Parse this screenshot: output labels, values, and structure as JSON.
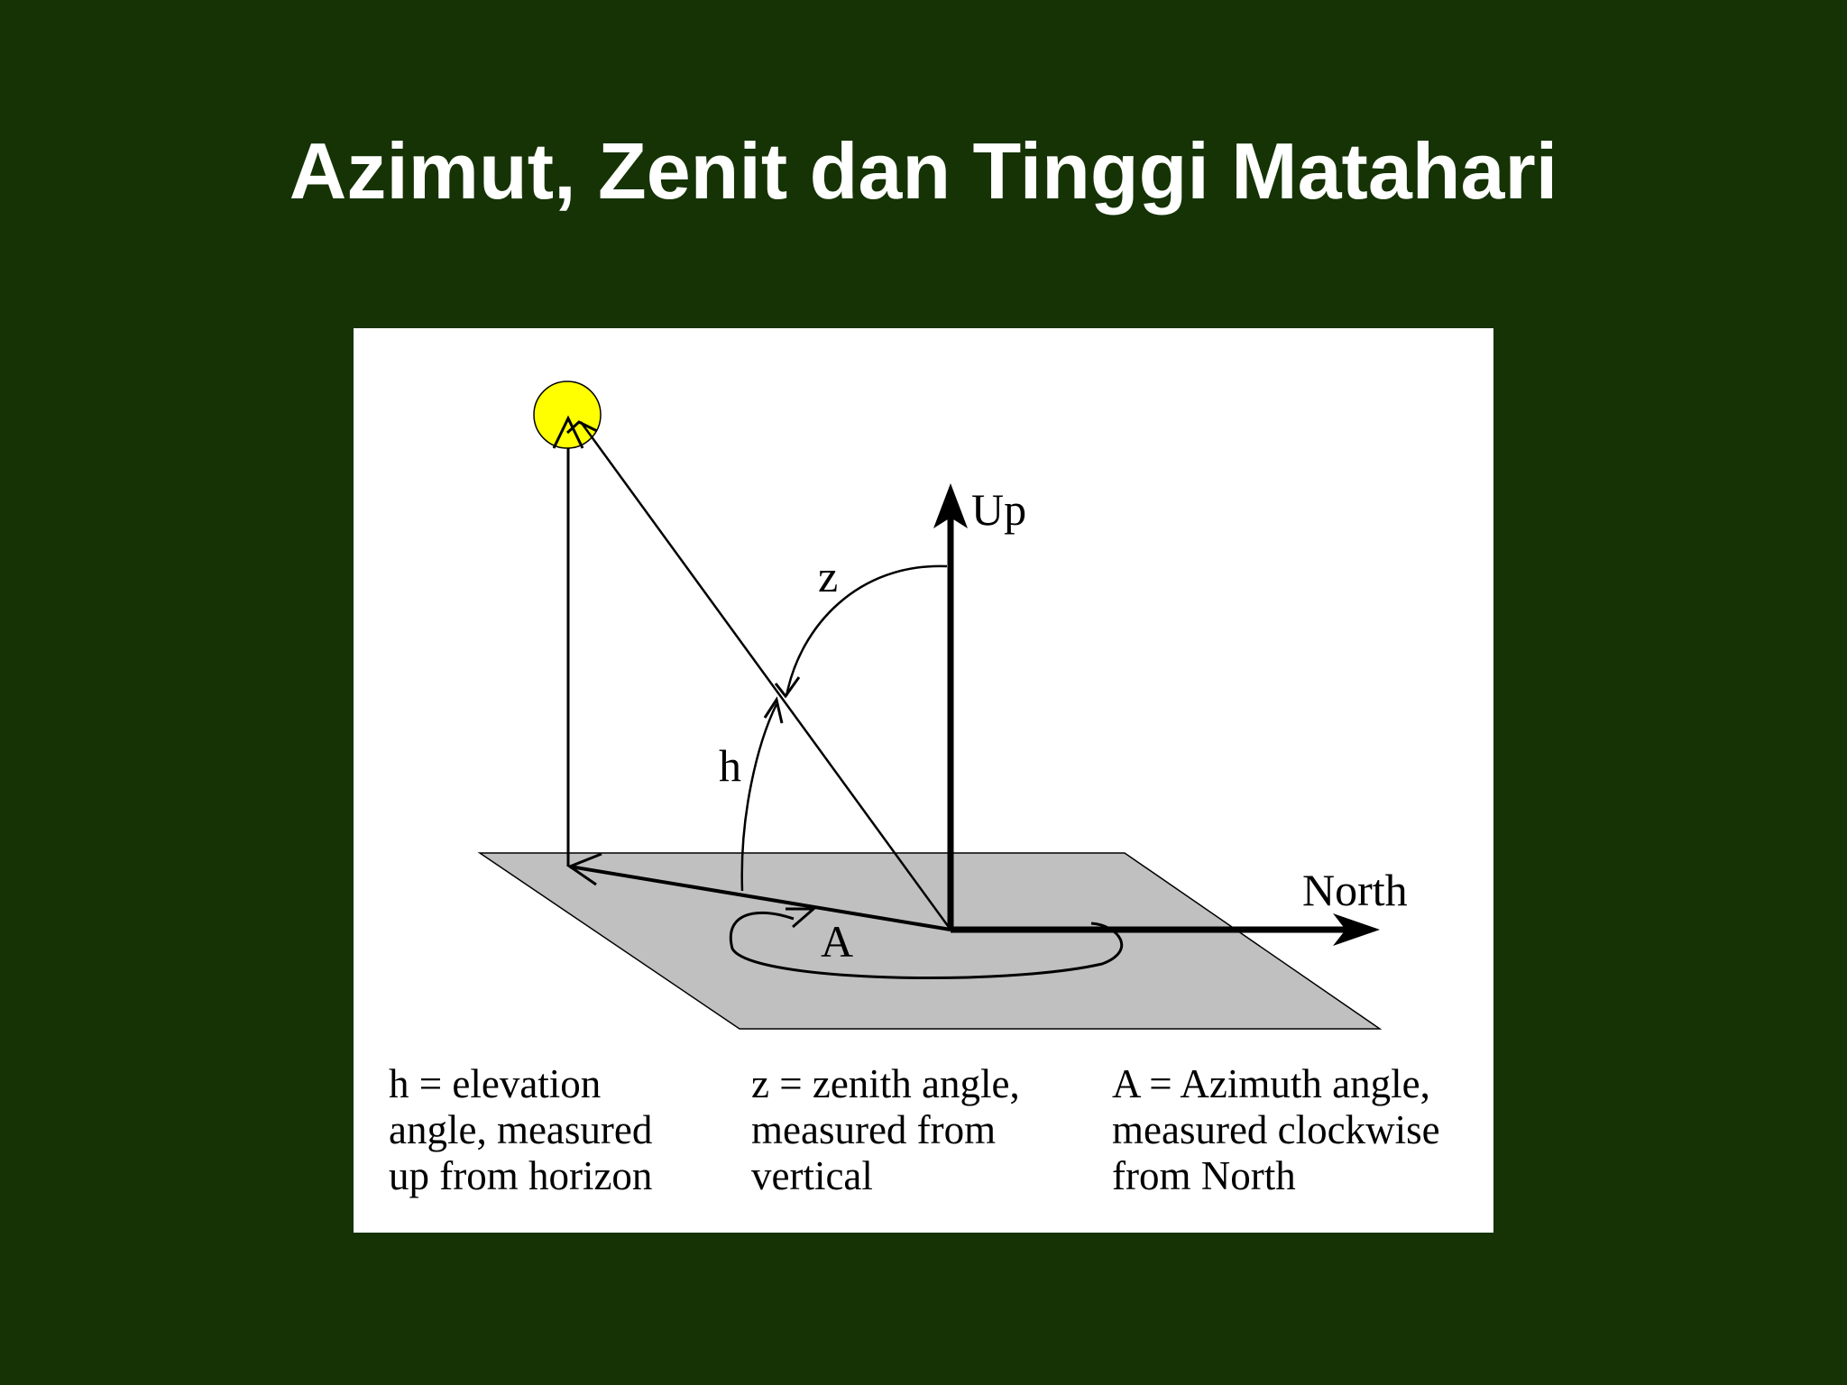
{
  "slide": {
    "title": "Azimut, Zenit dan Tinggi Matahari",
    "background_color": "#153304",
    "title_color": "#ffffff"
  },
  "figure": {
    "background_color": "#ffffff",
    "plane_color": "#c0c0c0",
    "sun_color": "#ffff00",
    "labels": {
      "up": "Up",
      "north": "North",
      "zenith": "z",
      "elevation": "h",
      "azimuth": "A"
    },
    "captions": [
      {
        "lines": [
          "h = elevation",
          "angle, measured",
          "up from horizon"
        ]
      },
      {
        "lines": [
          "z = zenith angle,",
          "measured from",
          "vertical"
        ]
      },
      {
        "lines": [
          "A = Azimuth angle,",
          "measured clockwise",
          "from North"
        ]
      }
    ]
  }
}
